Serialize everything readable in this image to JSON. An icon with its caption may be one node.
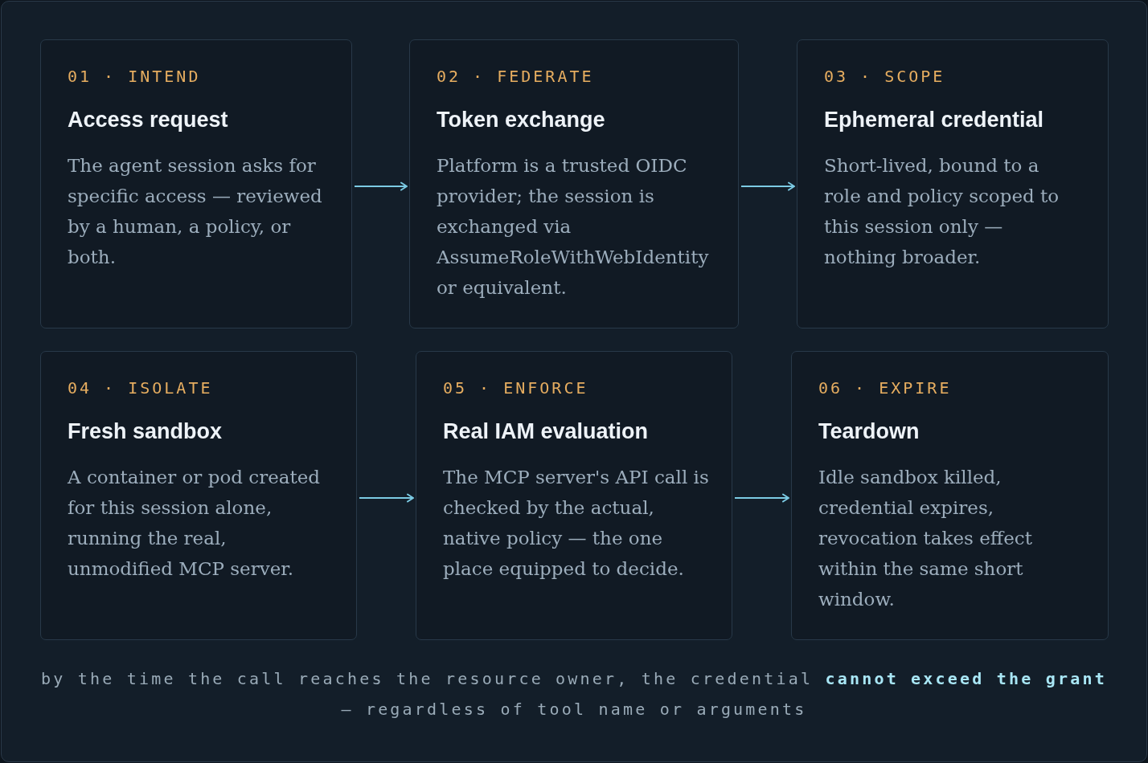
{
  "diagram": {
    "nodes": [
      {
        "text": [
          "01 · INTEND",
          "Access request",
          "The agent session asks for specific access — reviewed by a human, a policy, or both."
        ]
      },
      {
        "text": [
          "02 · FEDERATE",
          "Token exchange",
          "Platform is a trusted OIDC provider; the session is exchanged via AssumeRoleWithWebIdentity or equivalent."
        ]
      },
      {
        "text": [
          "03 · SCOPE",
          "Ephemeral credential",
          "Short-lived, bound to a role and policy scoped to this session only — nothing broader."
        ]
      },
      {
        "text": [
          "04 · ISOLATE",
          "Fresh sandbox",
          "A container or pod created for this session alone, running the real, unmodified MCP server."
        ]
      },
      {
        "text": [
          "05 · ENFORCE",
          "Real IAM evaluation",
          "The MCP server's API call is checked by the actual, native policy — the one place equipped to decide."
        ]
      },
      {
        "text": [
          "06 · EXPIRE",
          "Teardown",
          "Idle sandbox killed, credential expires, revocation takes effect within the same short window."
        ]
      }
    ],
    "edges": [
      {
        "from": 0,
        "to": 1,
        "arrow": "to"
      },
      {
        "from": 1,
        "to": 2,
        "arrow": "to"
      },
      {
        "from": 3,
        "to": 4,
        "arrow": "to"
      },
      {
        "from": 4,
        "to": 5,
        "arrow": "to"
      }
    ],
    "caption": "by the time the call reaches the resource owner, the credential **cannot exceed the grant** — regardless of tool name or arguments"
  }
}
